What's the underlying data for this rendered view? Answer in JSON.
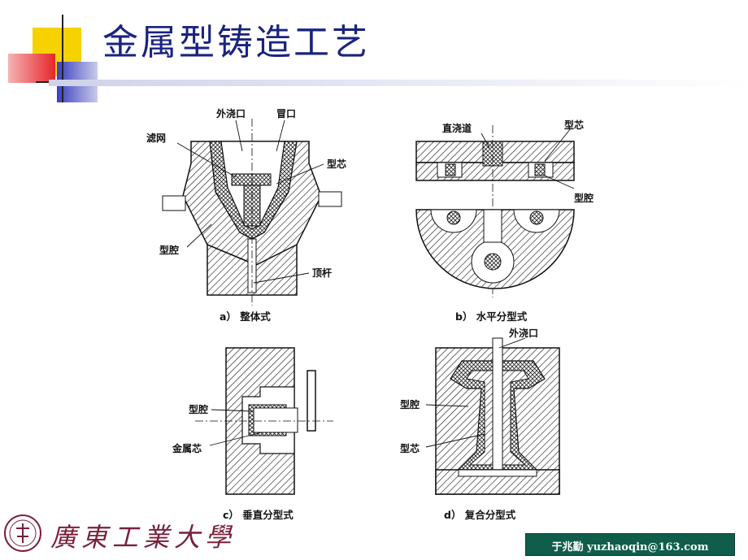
{
  "title": "金属型铸造工艺",
  "figure": {
    "labels": {
      "a_outer_sprue": "外浇口",
      "a_riser": "冒口",
      "a_filter": "滤网",
      "a_core": "型芯",
      "a_cavity": "型腔",
      "a_ejector": "顶杆",
      "b_sprue": "直浇道",
      "b_core": "型芯",
      "b_cavity": "型腔",
      "c_cavity": "型腔",
      "c_metal_core": "金属芯",
      "d_outer_sprue": "外浇口",
      "d_cavity": "型腔",
      "d_core": "型芯"
    },
    "captions": {
      "a": "a）  整体式",
      "b": "b）  水平分型式",
      "c": "c）  垂直分型式",
      "d": "d）  复合分型式"
    }
  },
  "footer": {
    "school_name": "廣東工業大學",
    "contact": "于兆勤  yuzhaoqin@163.com"
  },
  "colors": {
    "title": "#1a237e",
    "footer_bg": "#0f5d4a",
    "deco_yellow": "#f5d200",
    "deco_red": "#e8262a",
    "deco_blue": "#3c3fbf"
  }
}
